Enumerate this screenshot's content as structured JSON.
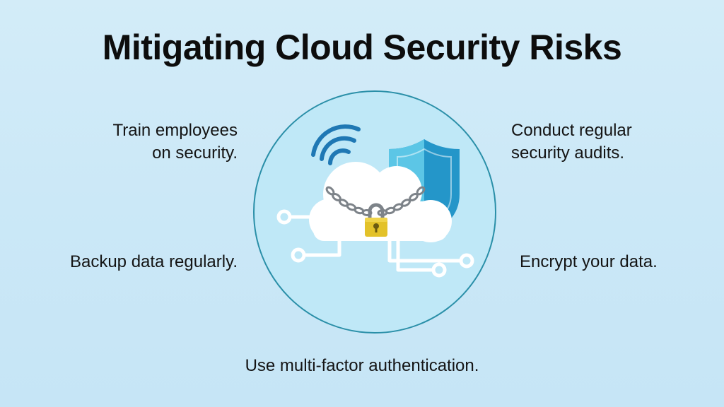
{
  "title": "Mitigating Cloud Security Risks",
  "tips": {
    "top_left": [
      "Train employees",
      "on security."
    ],
    "top_right": [
      "Conduct regular",
      "security audits."
    ],
    "middle_left": "Backup data regularly.",
    "middle_right": "Encrypt your data.",
    "bottom": "Use multi-factor authentication."
  },
  "colors": {
    "background": "#cfeaf7",
    "circle_fill": "#bfe8f7",
    "circle_stroke": "#2a8fa8",
    "wifi": "#1f78b4",
    "shield_light": "#5cc6e6",
    "shield_dark": "#2496c9",
    "lock": "#e3c22a",
    "chain": "#7d8389",
    "cloud": "#ffffff"
  },
  "icons": [
    "wifi-icon",
    "shield-icon",
    "cloud-icon",
    "chain-icon",
    "padlock-icon",
    "circuit-lines"
  ]
}
